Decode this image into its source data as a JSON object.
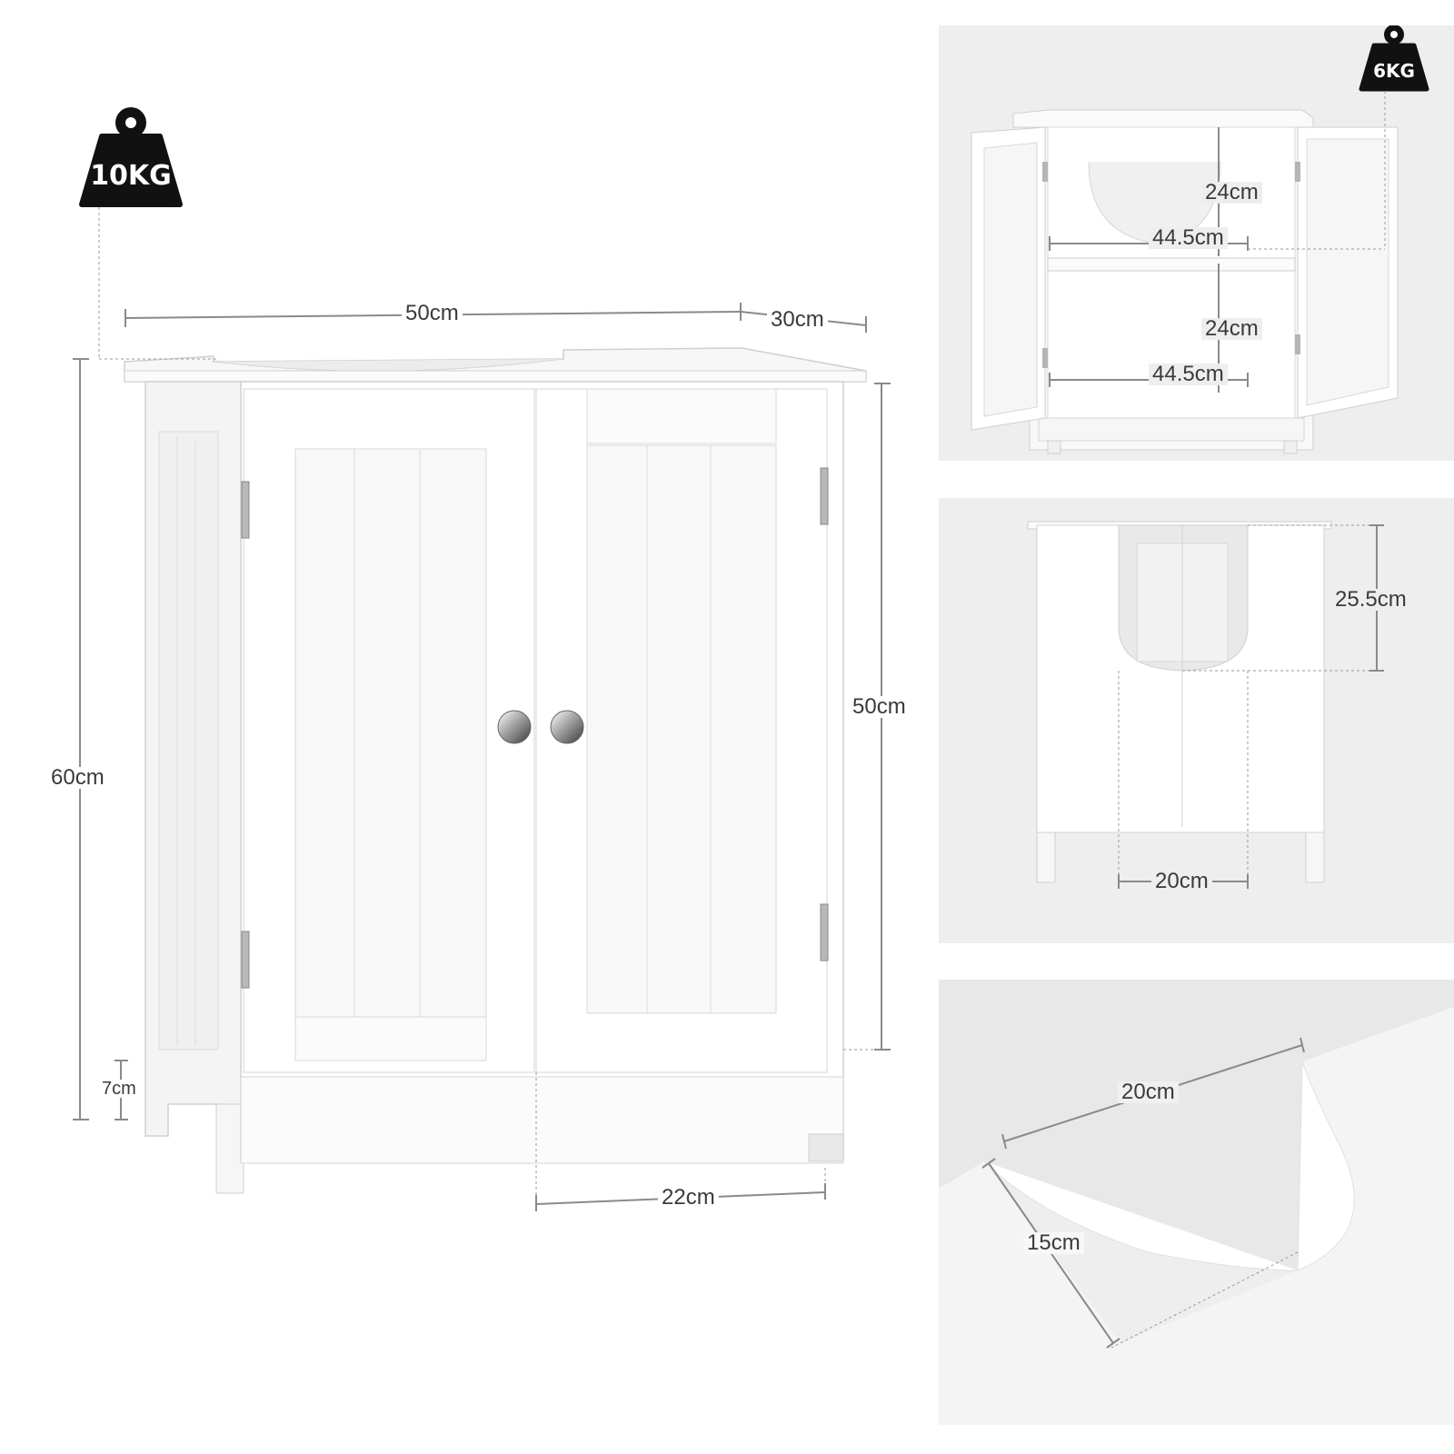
{
  "main_view": {
    "weight": "10KG",
    "dims": {
      "width": "50cm",
      "depth": "30cm",
      "height": "60cm",
      "inner_height": "50cm",
      "foot_height": "7cm",
      "door_width": "22cm"
    }
  },
  "interior_view": {
    "weight": "6KG",
    "dims": {
      "upper_height": "24cm",
      "upper_width": "44.5cm",
      "lower_height": "24cm",
      "lower_width": "44.5cm"
    }
  },
  "back_view": {
    "dims": {
      "cutout_height": "25.5cm",
      "cutout_width": "20cm"
    }
  },
  "cutout_detail": {
    "dims": {
      "cutout_width": "20cm",
      "cutout_depth": "15cm"
    }
  },
  "colors": {
    "cabinet": "#ffffff",
    "panel_bg": "#eeeeee",
    "dimension_line": "#8a8a8a",
    "weight_icon": "#111111"
  }
}
